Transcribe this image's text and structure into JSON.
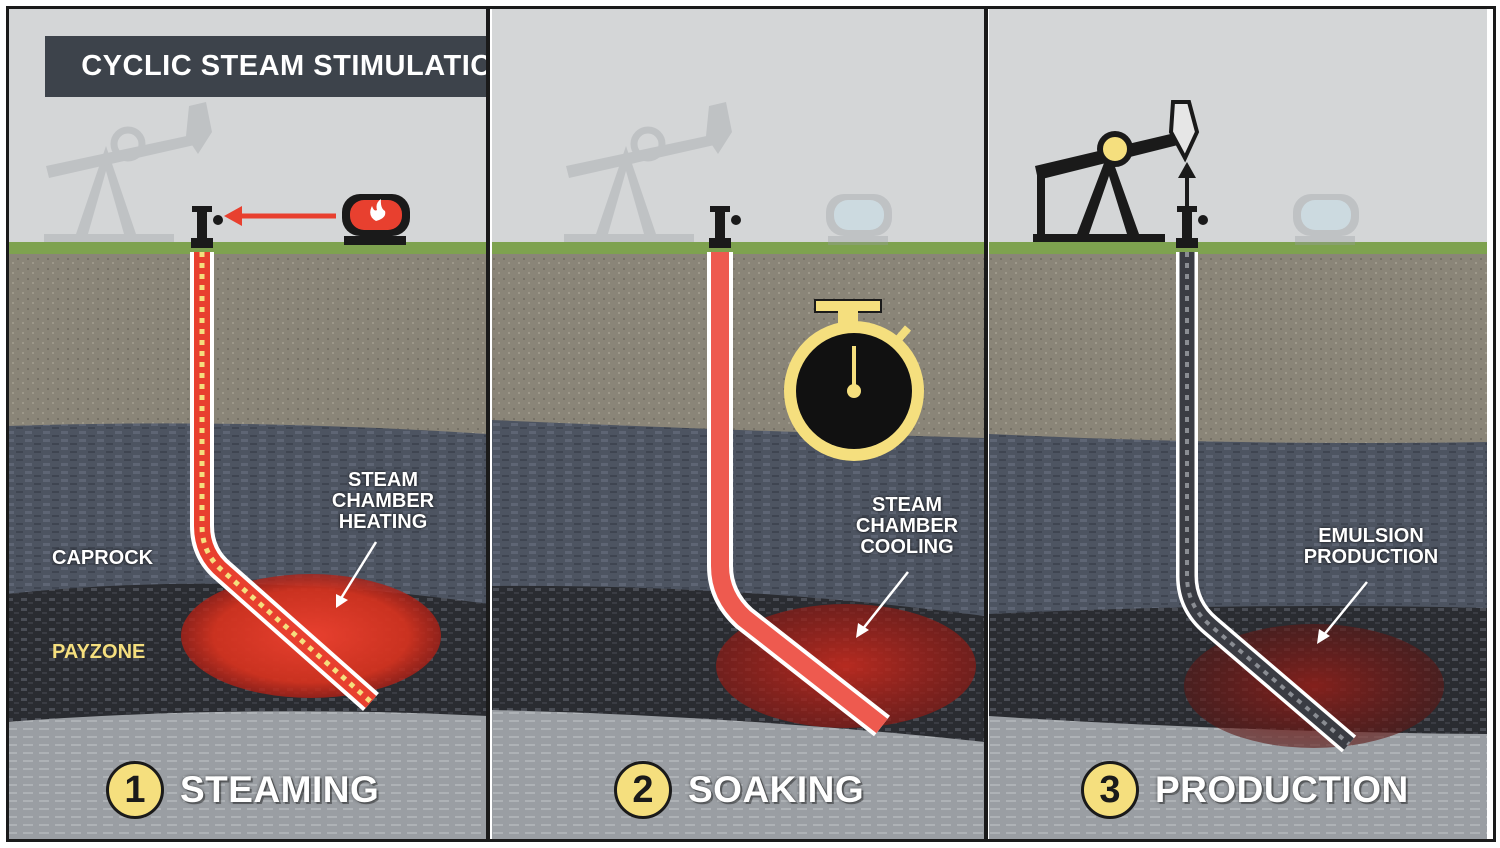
{
  "title": "CYCLIC STEAM STIMULATION (CSS)",
  "layers": {
    "caprock": "CAPROCK",
    "payzone": "PAYZONE"
  },
  "stages": [
    {
      "number": "1",
      "label": "STEAMING",
      "callout": [
        "STEAM",
        "CHAMBER",
        "HEATING"
      ]
    },
    {
      "number": "2",
      "label": "SOAKING",
      "callout": [
        "STEAM",
        "CHAMBER",
        "COOLING"
      ]
    },
    {
      "number": "3",
      "label": "PRODUCTION",
      "callout": [
        "EMULSION",
        "PRODUCTION"
      ]
    }
  ],
  "icons": [
    "pumpjack-icon",
    "wellhead-valve-icon",
    "steam-generator-icon",
    "flame-icon",
    "stopwatch-icon",
    "arrow-icon"
  ],
  "colors": {
    "sky": "#d4d6d7",
    "grass": "#7ea24f",
    "soil": "#8a8578",
    "caprock": "#4d5461",
    "payzone": "#2a2c31",
    "basement": "#9a9ea3",
    "steam_red": "#e8402f",
    "highlight_yellow": "#f5df7e",
    "title_box": "#3d434b"
  }
}
